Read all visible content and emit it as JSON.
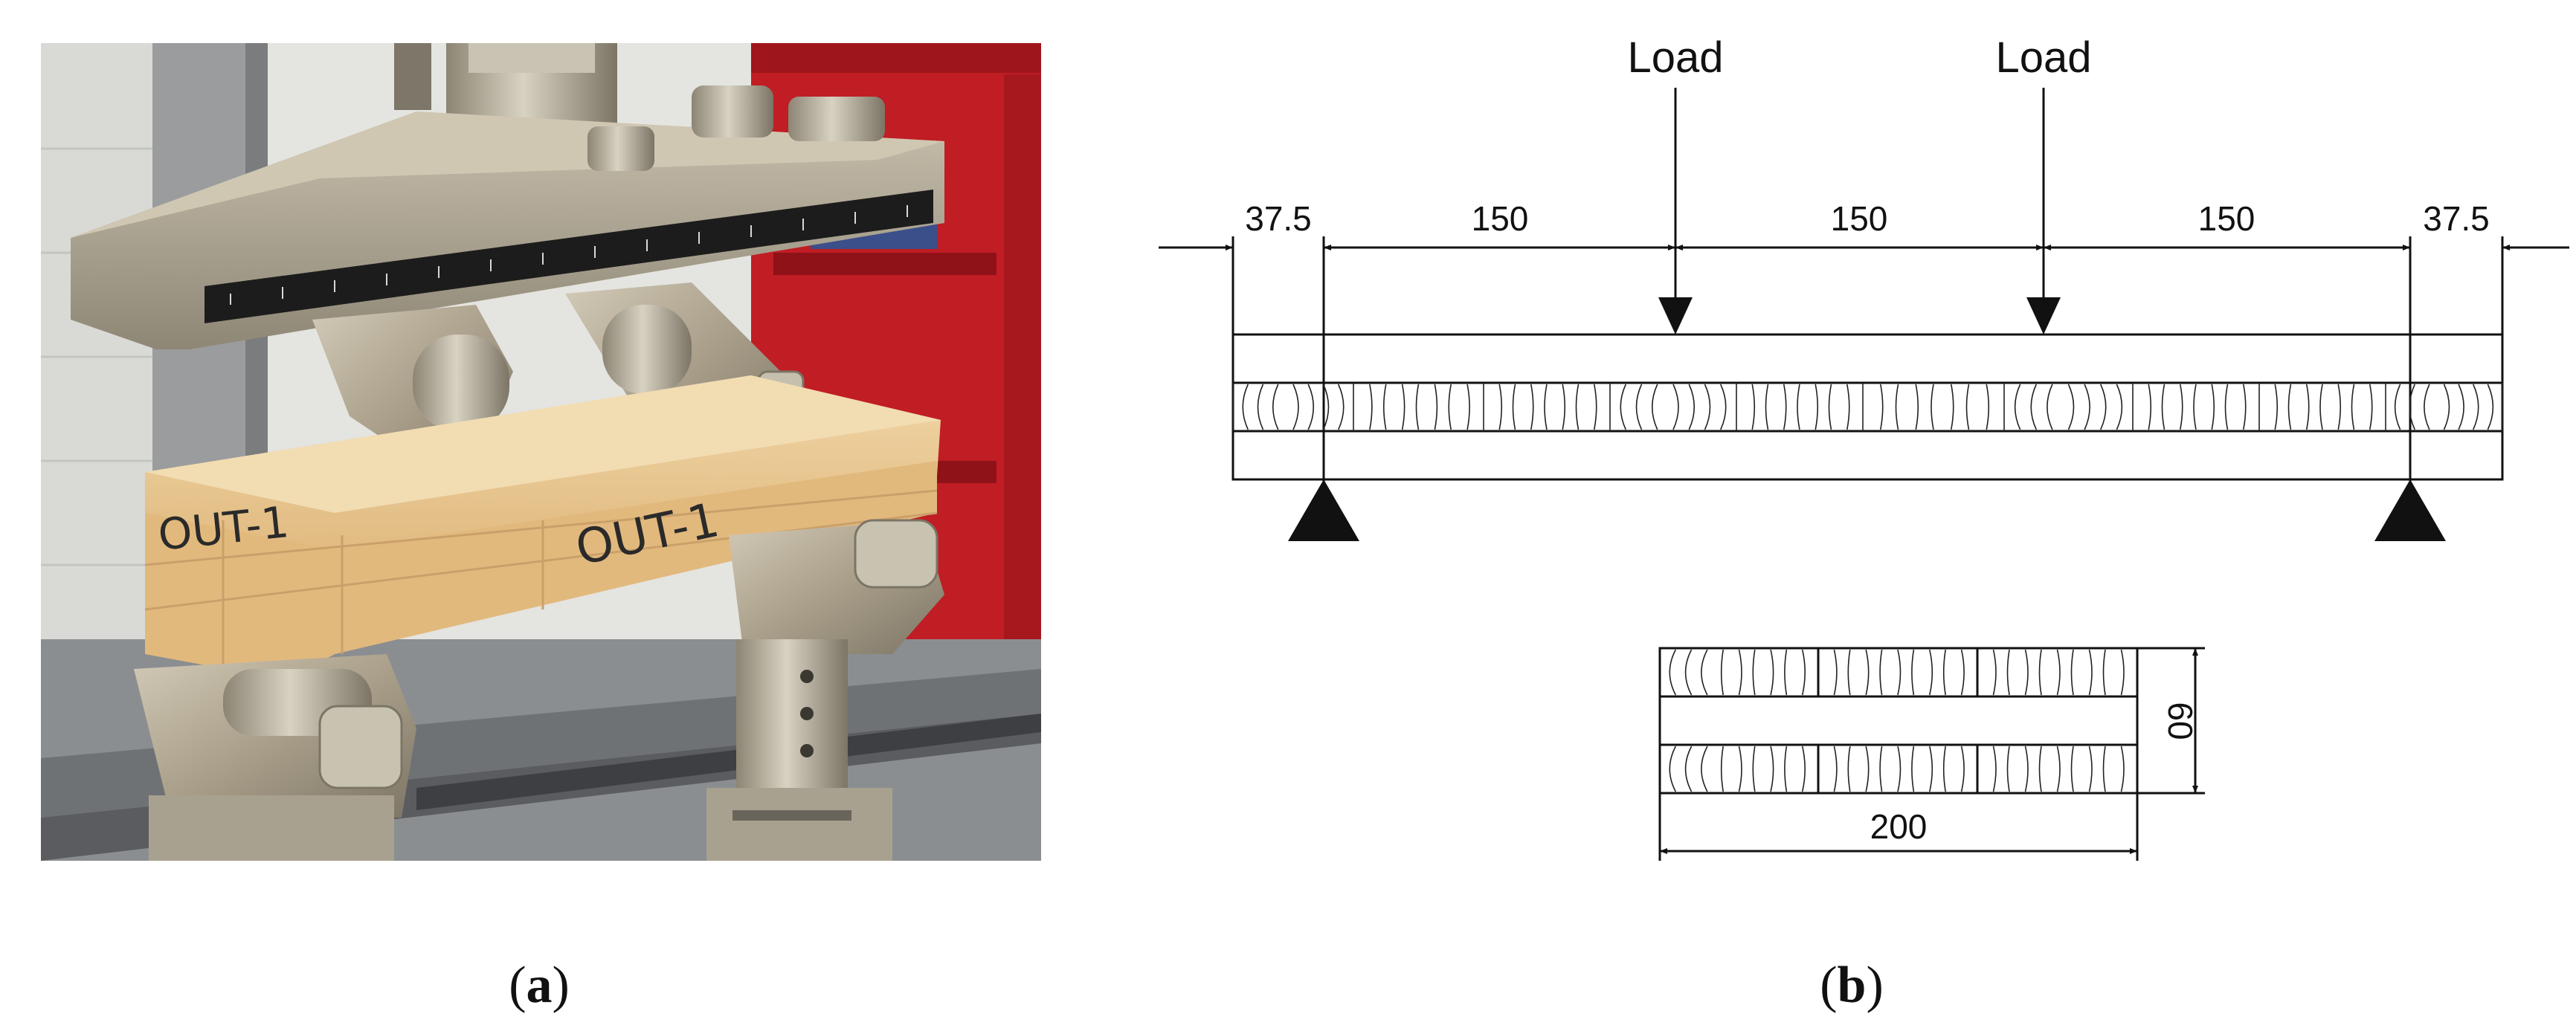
{
  "panel_a": {
    "caption_open": "(",
    "caption_letter": "a",
    "caption_close": ")",
    "specimen_label_1": "OUT-1",
    "specimen_label_2": "OUT-1",
    "colors": {
      "timber": "#e7c48c",
      "steel": "#b9b09c",
      "cabinet": "#c41f26",
      "wall": "#e9e9e6",
      "machine": "#8c8f92"
    }
  },
  "panel_b": {
    "caption_open": "(",
    "caption_letter": "b",
    "caption_close": ")",
    "loads": [
      {
        "label": "Load"
      },
      {
        "label": "Load"
      }
    ],
    "span_dimensions": [
      "37.5",
      "150",
      "150",
      "150",
      "37.5"
    ],
    "section_width": "200",
    "section_height": "60"
  }
}
